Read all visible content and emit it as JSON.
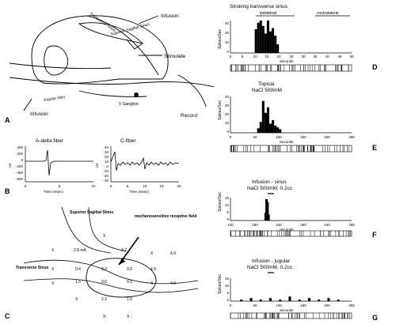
{
  "panel_letters": {
    "A": "A",
    "B": "B",
    "C": "C",
    "D": "D",
    "E": "E",
    "F": "F",
    "G": "G"
  },
  "panel_a": {
    "infusion_top": "Infusion",
    "transverse_sinus": "Transverse Sinus",
    "superior_sagittal_sinus": "Superior Sagittal Sinus",
    "stimulate": "Stimulate",
    "jugular_vein": "Jugular Vein",
    "infusion_bottom": "Infusion",
    "v_ganglion": "V Ganglion",
    "record": "Record"
  },
  "panel_b": {
    "a_delta_title": "A-delta fiber",
    "c_fiber_title": "C-fiber",
    "ylabel": "uV",
    "xlabel": "Time (msec)",
    "a_delta_yticks": [
      "400",
      "200",
      "0",
      "-200",
      "-400",
      "-600"
    ],
    "a_delta_xticks": [
      "0",
      "5",
      "10"
    ],
    "c_fiber_yticks": [
      "40",
      "30",
      "20",
      "10",
      "0",
      "-10",
      "-20",
      "-30"
    ],
    "c_fiber_xticks": [
      "0",
      "5",
      "10",
      "15",
      "20"
    ]
  },
  "panel_c": {
    "superior_sagittal": "Superior Sagittal Sinus",
    "transverse_sinus": "Transverse Sinus",
    "receptive_field": "mechanosensitive receptive field",
    "threshold_ma": "2.8 mA",
    "values": [
      "3.2",
      "0.4",
      "3.3",
      "3.6",
      "4.9",
      "4.9",
      "1.5",
      "0.6",
      "0.5",
      "2.2",
      "1.0"
    ],
    "x_mark": "X"
  },
  "panel_d": {
    "title": "Stroking transverse sinus",
    "ipsilateral": "ipsilateral",
    "contralateral": "contralateral",
    "ylabel": "Spikes/Sec",
    "xlabel": "Seconds",
    "yticks": [
      "30",
      "20",
      "10",
      "0"
    ],
    "xticks": [
      "0",
      "5",
      "10",
      "15",
      "20",
      "25",
      "30",
      "35",
      "40",
      "45",
      "50"
    ]
  },
  "panel_e": {
    "title_line1": "Topical",
    "title_line2": "NaCl 500mM",
    "ylabel": "Spikes/Sec",
    "xlabel": "Seconds",
    "yticks": [
      "40",
      "30",
      "20",
      "10",
      "0"
    ],
    "xticks": [
      "0",
      "50",
      "100",
      "150",
      "200",
      "250"
    ]
  },
  "panel_f": {
    "title_line1": "Infusion - sinus",
    "title_line2": "NaCl 500mM, 0.2cc",
    "ylabel": "Spikes/Sec",
    "xlabel": "Seconds",
    "yticks": [
      "15",
      "10",
      "5",
      "0"
    ],
    "xticks": [
      "240",
      "290",
      "340",
      "390",
      "440",
      "490"
    ]
  },
  "panel_g": {
    "title_line1": "Infusion - jugular",
    "title_line2": "NaCl 500mM, 0.2cc",
    "ylabel": "Spikes/Sec",
    "xlabel": "Seconds",
    "yticks": [
      "15",
      "10",
      "5",
      "0"
    ],
    "xticks": [
      "0",
      "50",
      "100",
      "150",
      "200",
      "250"
    ]
  },
  "chart_data": [
    {
      "type": "bar",
      "title": "Stroking transverse sinus",
      "xlabel": "Seconds",
      "ylabel": "Spikes/Sec",
      "xlim": [
        0,
        50
      ],
      "ylim": [
        0,
        30
      ],
      "x": [
        10,
        11,
        12,
        13,
        14,
        15,
        16,
        17,
        18,
        19
      ],
      "values": [
        22,
        28,
        30,
        25,
        18,
        30,
        20,
        23,
        16,
        8
      ]
    },
    {
      "type": "bar",
      "title": "Topical NaCl 500mM",
      "xlabel": "Seconds",
      "ylabel": "Spikes/Sec",
      "xlim": [
        0,
        250
      ],
      "ylim": [
        0,
        40
      ],
      "x": [
        55,
        60,
        65,
        70,
        72,
        75,
        80,
        85,
        90,
        95,
        100
      ],
      "values": [
        5,
        12,
        35,
        22,
        16,
        28,
        10,
        14,
        8,
        6,
        4
      ]
    },
    {
      "type": "bar",
      "title": "Infusion - sinus NaCl 500mM, 0.2cc",
      "xlabel": "Seconds",
      "ylabel": "Spikes/Sec",
      "xlim": [
        240,
        490
      ],
      "ylim": [
        0,
        15
      ],
      "x": [
        310,
        312,
        314,
        316
      ],
      "values": [
        5,
        14,
        12,
        4
      ]
    },
    {
      "type": "bar",
      "title": "Infusion - jugular NaCl 500mM, 0.2cc",
      "xlabel": "Seconds",
      "ylabel": "Spikes/Sec",
      "xlim": [
        0,
        250
      ],
      "ylim": [
        0,
        15
      ],
      "x": [
        20,
        40,
        60,
        80,
        100,
        120,
        140,
        160,
        180,
        200,
        220
      ],
      "values": [
        1,
        2,
        1,
        2,
        1,
        3,
        1,
        2,
        1,
        2,
        1
      ]
    }
  ]
}
